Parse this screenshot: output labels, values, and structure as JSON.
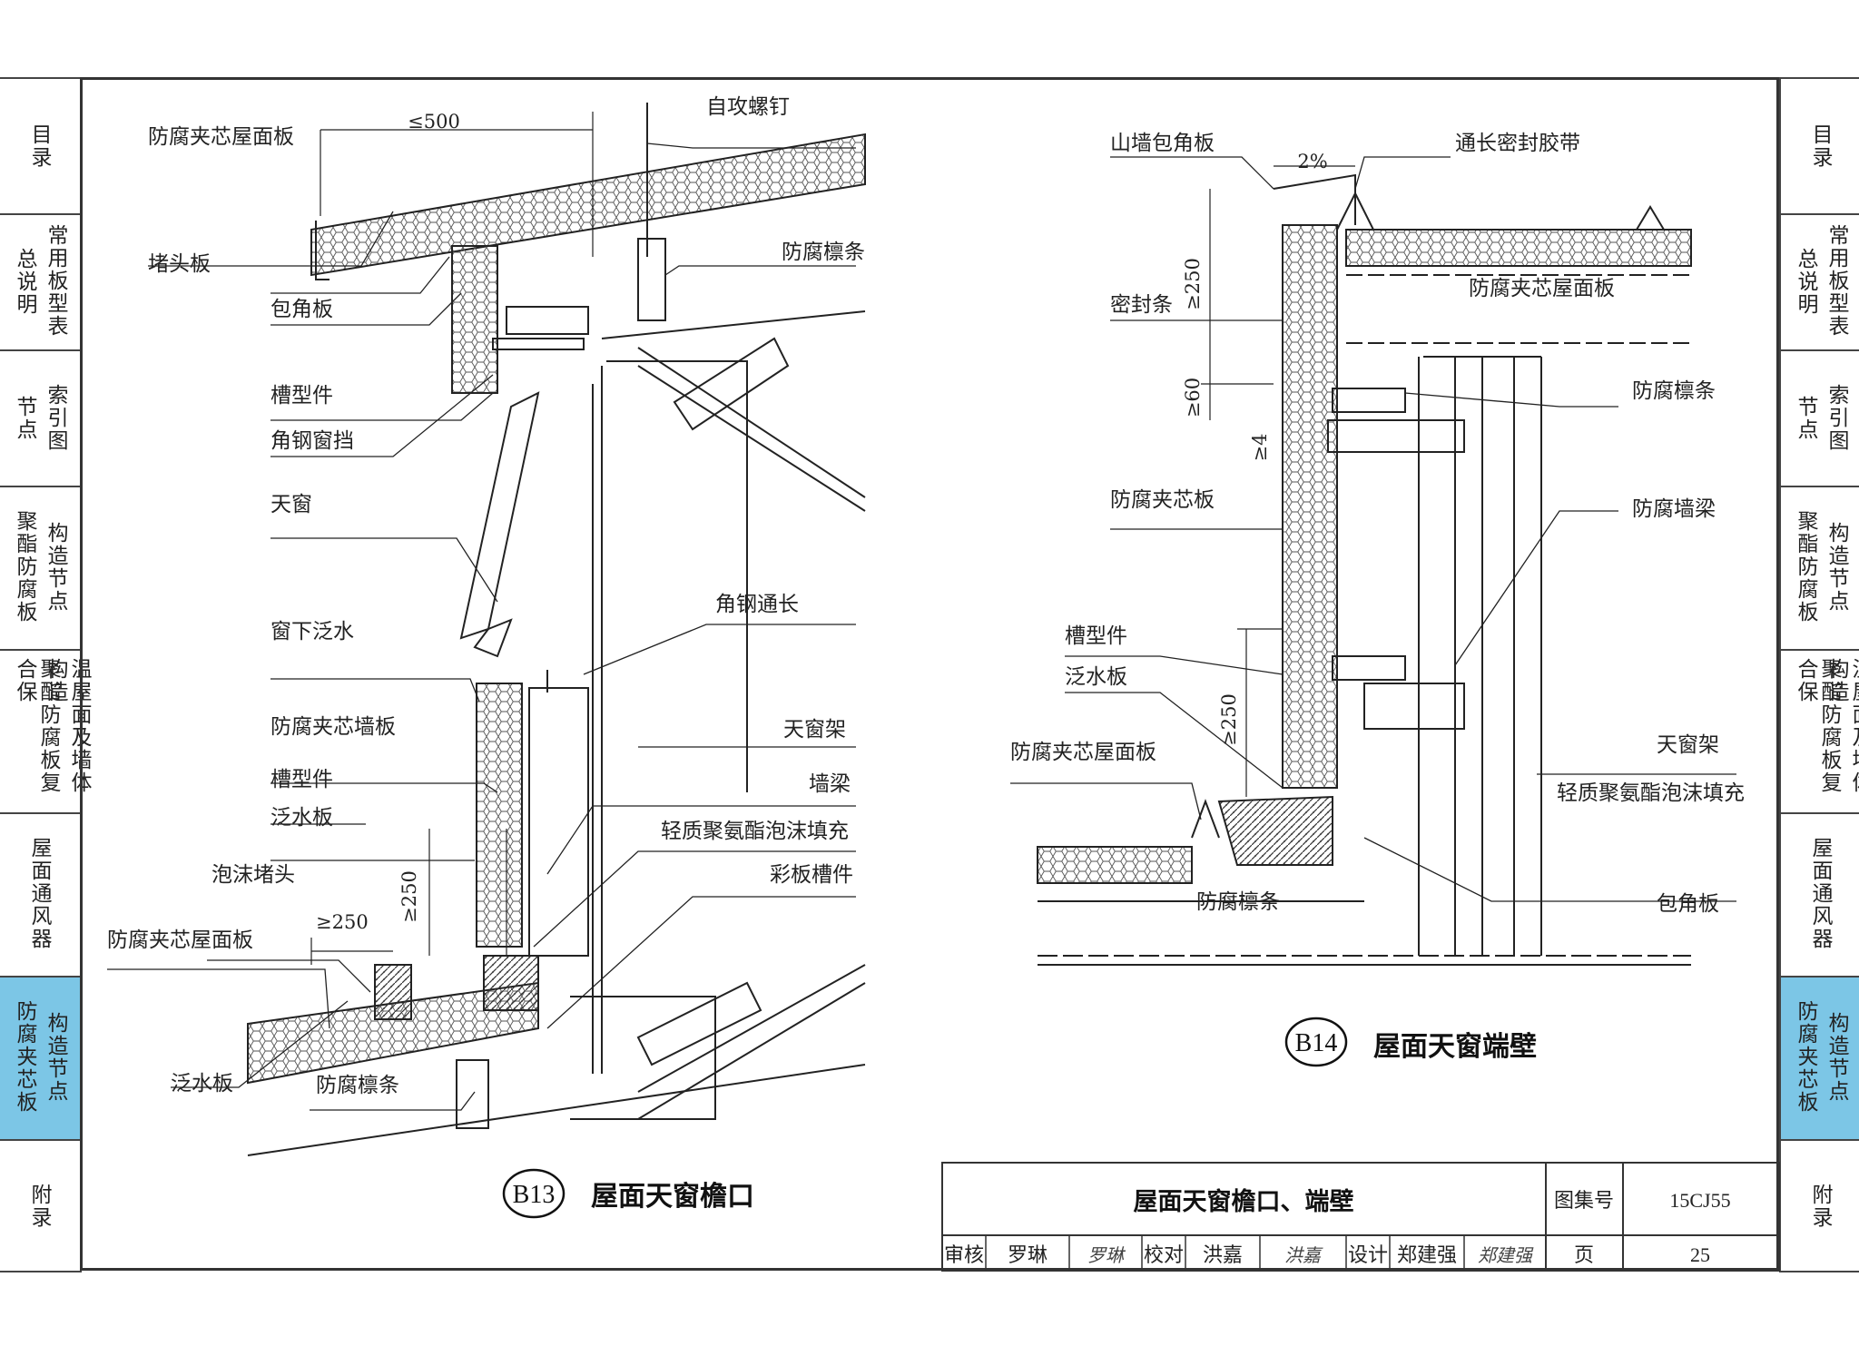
{
  "side_tabs": [
    {
      "name": "tab-contents",
      "cols": [
        "目录"
      ]
    },
    {
      "name": "tab-general",
      "cols": [
        "常用板型表",
        "总说明"
      ]
    },
    {
      "name": "tab-index",
      "cols": [
        "索引图",
        "节点"
      ]
    },
    {
      "name": "tab-pu",
      "cols": [
        "构造节点",
        "聚酯防腐板"
      ]
    },
    {
      "name": "tab-composite",
      "cols": [
        "温屋面及墙体构造",
        "聚酯防腐板复合保"
      ]
    },
    {
      "name": "tab-vent",
      "cols": [
        "屋面通风器"
      ]
    },
    {
      "name": "tab-sandwich",
      "cols": [
        "构造节点",
        "防腐夹芯板"
      ],
      "active": true
    },
    {
      "name": "tab-appendix",
      "cols": [
        "附录"
      ]
    }
  ],
  "b13": {
    "dim_500": "≤500",
    "dim_250_a": "≥250",
    "dim_250_b": "≥250",
    "labels": {
      "roof_panel_top": "防腐夹芯屋面板",
      "screw": "自攻螺钉",
      "end_plate": "堵头板",
      "purlin_top": "防腐檩条",
      "corner_plate": "包角板",
      "channel_top": "槽型件",
      "angle_stop": "角钢窗挡",
      "skylight": "天窗",
      "angle_through": "角钢通长",
      "sill_flashing": "窗下泛水",
      "wall_panel": "防腐夹芯墙板",
      "frame": "天窗架",
      "channel_mid": "槽型件",
      "wall_beam": "墙梁",
      "flashing_mid": "泛水板",
      "foam_fill": "轻质聚氨酯泡沫填充",
      "foam_plug": "泡沫堵头",
      "color_channel": "彩板槽件",
      "roof_panel_low": "防腐夹芯屋面板",
      "flashing_low": "泛水板",
      "purlin_low": "防腐檩条"
    },
    "badge": "B13",
    "title": "屋面天窗檐口"
  },
  "b14": {
    "dim_2pct": "2%",
    "dim_250_a": "≥250",
    "dim_60": "≥60",
    "dim_4": "≥4",
    "dim_250_b": "≥250",
    "labels": {
      "gable_corner": "山墙包角板",
      "sealing_tape": "通长密封胶带",
      "roof_panel_top": "防腐夹芯屋面板",
      "seal_strip": "密封条",
      "purlin": "防腐檩条",
      "sandwich_panel": "防腐夹芯板",
      "wall_beam": "防腐墙梁",
      "channel": "槽型件",
      "flashing": "泛水板",
      "roof_panel_low": "防腐夹芯屋面板",
      "frame": "天窗架",
      "foam_fill": "轻质聚氨酯泡沫填充",
      "purlin_low": "防腐檩条",
      "corner": "包角板"
    },
    "badge": "B14",
    "title": "屋面天窗端壁"
  },
  "title_block": {
    "drawing_title": "屋面天窗檐口、端壁",
    "atlas_label": "图集号",
    "atlas_no": "15CJ55",
    "review_label": "审核",
    "reviewer": "罗琳",
    "reviewer_sig": "罗琳",
    "check_label": "校对",
    "checker": "洪嘉",
    "checker_sig": "洪嘉",
    "design_label": "设计",
    "designer": "郑建强",
    "designer_sig": "郑建强",
    "page_label": "页",
    "page_no": "25"
  }
}
